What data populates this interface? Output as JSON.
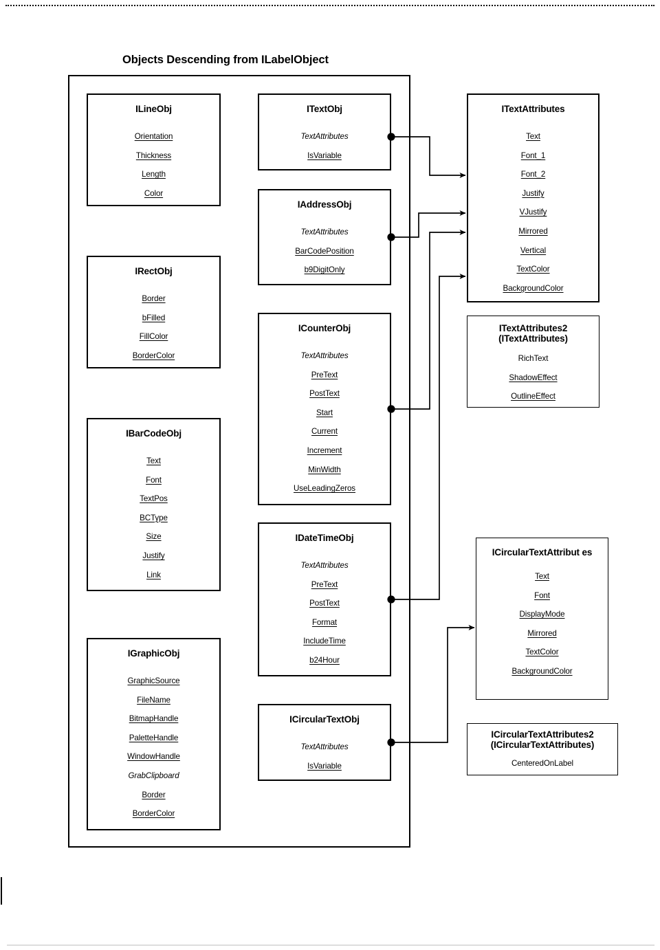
{
  "document": {
    "title": "Objects Descending from ILabelObject",
    "top_rule_style": "dotted",
    "line_color": "#000000",
    "background_color": "#ffffff"
  },
  "classes": [
    {
      "id": "ILineObj",
      "name": "ILineObj",
      "members": [
        {
          "text": "Orientation",
          "style": "underline"
        },
        {
          "text": "Thickness",
          "style": "underline"
        },
        {
          "text": "Length",
          "style": "underline"
        },
        {
          "text": "Color",
          "style": "underline"
        }
      ]
    },
    {
      "id": "IRectObj",
      "name": "IRectObj",
      "members": [
        {
          "text": "Border",
          "style": "underline"
        },
        {
          "text": "bFilled",
          "style": "underline"
        },
        {
          "text": "FillColor",
          "style": "underline"
        },
        {
          "text": "BorderColor",
          "style": "underline"
        }
      ]
    },
    {
      "id": "IBarCodeObj",
      "name": "IBarCodeObj",
      "members": [
        {
          "text": "Text",
          "style": "underline"
        },
        {
          "text": "Font",
          "style": "underline"
        },
        {
          "text": "TextPos",
          "style": "underline"
        },
        {
          "text": "BCType",
          "style": "underline"
        },
        {
          "text": "Size",
          "style": "underline"
        },
        {
          "text": "Justify",
          "style": "underline"
        },
        {
          "text": "Link",
          "style": "underline"
        }
      ]
    },
    {
      "id": "IGraphicObj",
      "name": "IGraphicObj",
      "members": [
        {
          "text": "GraphicSource",
          "style": "underline"
        },
        {
          "text": "FileName",
          "style": "underline"
        },
        {
          "text": "BitmapHandle",
          "style": "underline"
        },
        {
          "text": "PaletteHandle",
          "style": "underline"
        },
        {
          "text": "WindowHandle",
          "style": "underline"
        },
        {
          "text": "GrabClipboard",
          "style": "italic"
        },
        {
          "text": "Border",
          "style": "underline"
        },
        {
          "text": "BorderColor",
          "style": "underline"
        }
      ]
    },
    {
      "id": "ITextObj",
      "name": "ITextObj",
      "members": [
        {
          "text": "TextAttributes",
          "style": "italic"
        },
        {
          "text": "IsVariable",
          "style": "underline"
        }
      ]
    },
    {
      "id": "IAddressObj",
      "name": "IAddressObj",
      "members": [
        {
          "text": "TextAttributes",
          "style": "italic"
        },
        {
          "text": "BarCodePosition",
          "style": "underline"
        },
        {
          "text": "b9DigitOnly",
          "style": "underline"
        }
      ]
    },
    {
      "id": "ICounterObj",
      "name": "ICounterObj",
      "members": [
        {
          "text": "TextAttributes",
          "style": "italic"
        },
        {
          "text": "PreText",
          "style": "underline"
        },
        {
          "text": "PostText",
          "style": "underline"
        },
        {
          "text": "Start",
          "style": "underline"
        },
        {
          "text": "Current",
          "style": "underline"
        },
        {
          "text": "Increment",
          "style": "underline"
        },
        {
          "text": "MinWidth",
          "style": "underline"
        },
        {
          "text": "UseLeadingZeros",
          "style": "underline"
        }
      ]
    },
    {
      "id": "IDateTimeObj",
      "name": "IDateTimeObj",
      "members": [
        {
          "text": "TextAttributes",
          "style": "italic"
        },
        {
          "text": "PreText",
          "style": "underline"
        },
        {
          "text": "PostText",
          "style": "underline"
        },
        {
          "text": "Format",
          "style": "underline"
        },
        {
          "text": "IncludeTime",
          "style": "underline"
        },
        {
          "text": "b24Hour",
          "style": "underline"
        }
      ]
    },
    {
      "id": "ICircularTextObj",
      "name": "ICircularTextObj",
      "members": [
        {
          "text": "TextAttributes",
          "style": "italic"
        },
        {
          "text": "IsVariable",
          "style": "underline"
        }
      ]
    },
    {
      "id": "ITextAttributes",
      "name": "ITextAttributes",
      "members": [
        {
          "text": "Text",
          "style": "underline"
        },
        {
          "text": "Font_1",
          "style": "underline"
        },
        {
          "text": "Font_2",
          "style": "underline"
        },
        {
          "text": "Justify",
          "style": "underline"
        },
        {
          "text": "VJustify",
          "style": "underline"
        },
        {
          "text": "Mirrored",
          "style": "underline"
        },
        {
          "text": "Vertical",
          "style": "underline"
        },
        {
          "text": "TextColor",
          "style": "underline"
        },
        {
          "text": "BackgroundColor",
          "style": "underline"
        }
      ]
    },
    {
      "id": "ITextAttributes2",
      "name": "ITextAttributes2\n(ITextAttributes)",
      "members": [
        {
          "text": "RichText",
          "style": "plain"
        },
        {
          "text": "ShadowEffect",
          "style": "underline"
        },
        {
          "text": "OutlineEffect",
          "style": "underline"
        }
      ]
    },
    {
      "id": "ICircularTextAttributes",
      "name": "ICircularTextAttribut\nes",
      "members": [
        {
          "text": "Text",
          "style": "underline"
        },
        {
          "text": "Font",
          "style": "underline"
        },
        {
          "text": "DisplayMode",
          "style": "underline"
        },
        {
          "text": "Mirrored",
          "style": "underline"
        },
        {
          "text": "TextColor",
          "style": "underline"
        },
        {
          "text": "BackgroundColor",
          "style": "underline"
        }
      ]
    },
    {
      "id": "ICircularTextAttributes2",
      "name": "ICircularTextAttributes2\n(ICircularTextAttributes)",
      "members": [
        {
          "text": "CenteredOnLabel",
          "style": "plain"
        }
      ]
    }
  ],
  "relationships": [
    {
      "from": "ITextObj",
      "to": "ITextAttributes",
      "from_member": "TextAttributes",
      "to_member": "Font_2"
    },
    {
      "from": "IAddressObj",
      "to": "ITextAttributes",
      "from_member": "TextAttributes",
      "to_member": "VJustify"
    },
    {
      "from": "ICounterObj",
      "to": "ITextAttributes",
      "from_member": "TextAttributes",
      "to_member": "Mirrored"
    },
    {
      "from": "IDateTimeObj",
      "to": "ITextAttributes",
      "from_member": "TextAttributes",
      "to_member": "TextColor"
    },
    {
      "from": "ICircularTextObj",
      "to": "ICircularTextAttributes",
      "from_member": "TextAttributes",
      "to_member": "DisplayMode"
    }
  ]
}
